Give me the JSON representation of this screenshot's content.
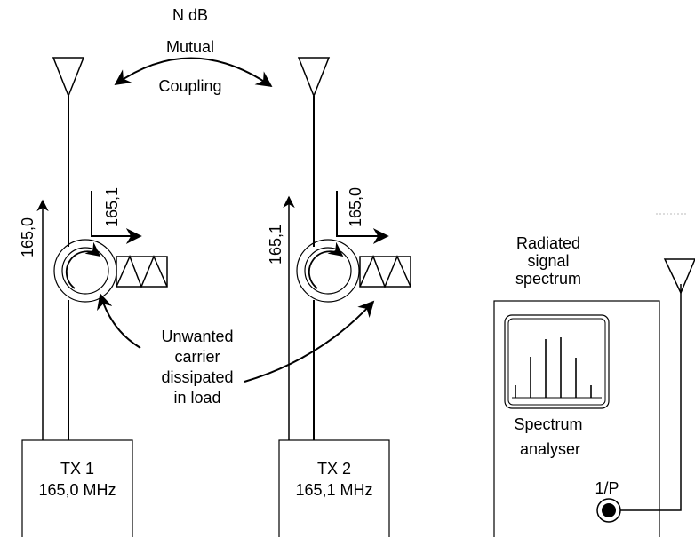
{
  "coupling": {
    "level": "N dB",
    "line1": "Mutual",
    "line2": "Coupling"
  },
  "tx1": {
    "name": "TX 1",
    "freq": "165,0 MHz",
    "forward_label": "165,0",
    "reflected_label": "165,1"
  },
  "tx2": {
    "name": "TX 2",
    "freq": "165,1 MHz",
    "forward_label": "165,1",
    "reflected_label": "165,0"
  },
  "load_note": {
    "lines": [
      "Unwanted",
      "carrier",
      "dissipated",
      "in load"
    ]
  },
  "radiated": {
    "lines": [
      "Radiated",
      "signal",
      "spectrum"
    ]
  },
  "analyser": {
    "line1": "Spectrum",
    "line2": "analyser",
    "input_label": "1/P"
  },
  "colors": {
    "stroke": "#000000",
    "background": "#ffffff"
  },
  "icons": {
    "antenna": "antenna-icon",
    "circulator": "circulator-icon",
    "load": "load-icon"
  }
}
